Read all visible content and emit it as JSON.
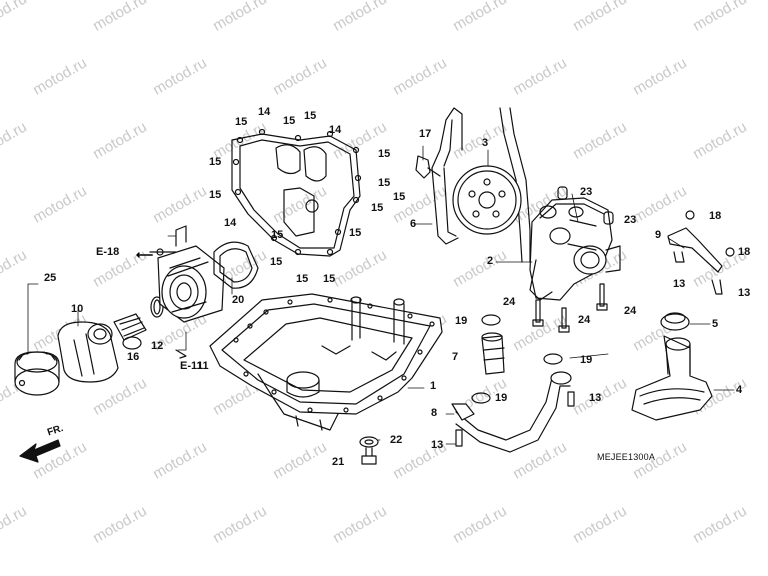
{
  "watermark": "motod.ru",
  "diagram_code": "MEJEE1300A",
  "front_marker": "FR.",
  "refs": [
    {
      "id": "e18",
      "text": "E-18"
    },
    {
      "id": "e11",
      "text": "E-11"
    }
  ],
  "callouts": [
    {
      "id": "c1",
      "text": "1"
    },
    {
      "id": "c2",
      "text": "2"
    },
    {
      "id": "c3",
      "text": "3"
    },
    {
      "id": "c4",
      "text": "4"
    },
    {
      "id": "c5",
      "text": "5"
    },
    {
      "id": "c6",
      "text": "6"
    },
    {
      "id": "c7",
      "text": "7"
    },
    {
      "id": "c8",
      "text": "8"
    },
    {
      "id": "c9",
      "text": "9"
    },
    {
      "id": "c10",
      "text": "10"
    },
    {
      "id": "c11",
      "text": "11"
    },
    {
      "id": "c12",
      "text": "12"
    },
    {
      "id": "c13a",
      "text": "13"
    },
    {
      "id": "c13b",
      "text": "13"
    },
    {
      "id": "c13c",
      "text": "13"
    },
    {
      "id": "c13d",
      "text": "13"
    },
    {
      "id": "c14a",
      "text": "14"
    },
    {
      "id": "c14b",
      "text": "14"
    },
    {
      "id": "c14c",
      "text": "14"
    },
    {
      "id": "c15a",
      "text": "15"
    },
    {
      "id": "c15b",
      "text": "15"
    },
    {
      "id": "c15c",
      "text": "15"
    },
    {
      "id": "c15d",
      "text": "15"
    },
    {
      "id": "c15e",
      "text": "15"
    },
    {
      "id": "c15f",
      "text": "15"
    },
    {
      "id": "c15g",
      "text": "15"
    },
    {
      "id": "c15h",
      "text": "15"
    },
    {
      "id": "c15i",
      "text": "15"
    },
    {
      "id": "c15j",
      "text": "15"
    },
    {
      "id": "c15k",
      "text": "15"
    },
    {
      "id": "c15l",
      "text": "15"
    },
    {
      "id": "c15m",
      "text": "15"
    },
    {
      "id": "c15n",
      "text": "15"
    },
    {
      "id": "c16",
      "text": "16"
    },
    {
      "id": "c17",
      "text": "17"
    },
    {
      "id": "c18a",
      "text": "18"
    },
    {
      "id": "c18b",
      "text": "18"
    },
    {
      "id": "c19a",
      "text": "19"
    },
    {
      "id": "c19b",
      "text": "19"
    },
    {
      "id": "c19c",
      "text": "19"
    },
    {
      "id": "c20",
      "text": "20"
    },
    {
      "id": "c21",
      "text": "21"
    },
    {
      "id": "c22",
      "text": "22"
    },
    {
      "id": "c23a",
      "text": "23"
    },
    {
      "id": "c23b",
      "text": "23"
    },
    {
      "id": "c24a",
      "text": "24"
    },
    {
      "id": "c24b",
      "text": "24"
    },
    {
      "id": "c24c",
      "text": "24"
    },
    {
      "id": "c25",
      "text": "25"
    }
  ]
}
